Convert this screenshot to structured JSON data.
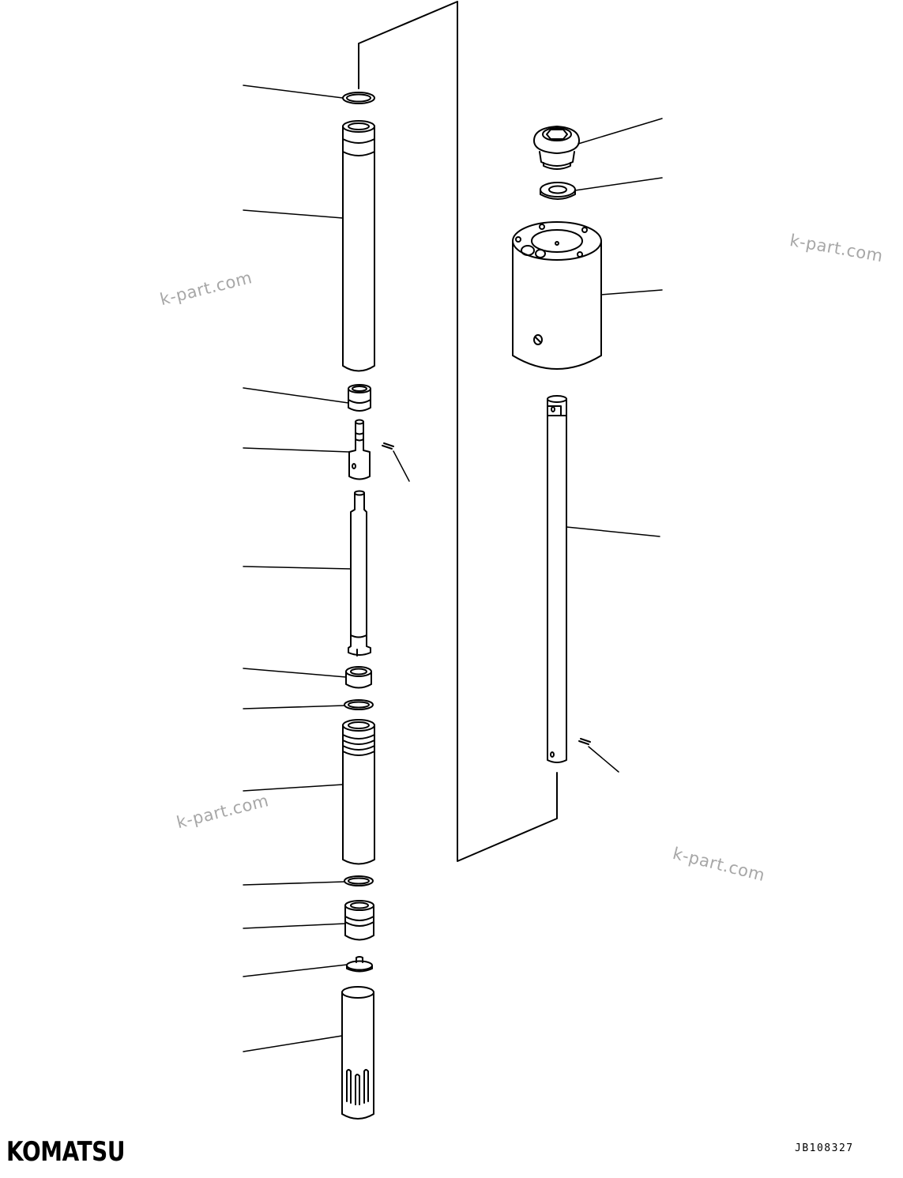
{
  "brand": {
    "logo_text": "KOMATSU"
  },
  "drawing_number": "JB108327",
  "watermarks": [
    "k-part.com",
    "k-part.com",
    "k-part.com",
    "k-part.com"
  ],
  "colors": {
    "line": "#000000",
    "watermark": "#8a8a8a"
  }
}
